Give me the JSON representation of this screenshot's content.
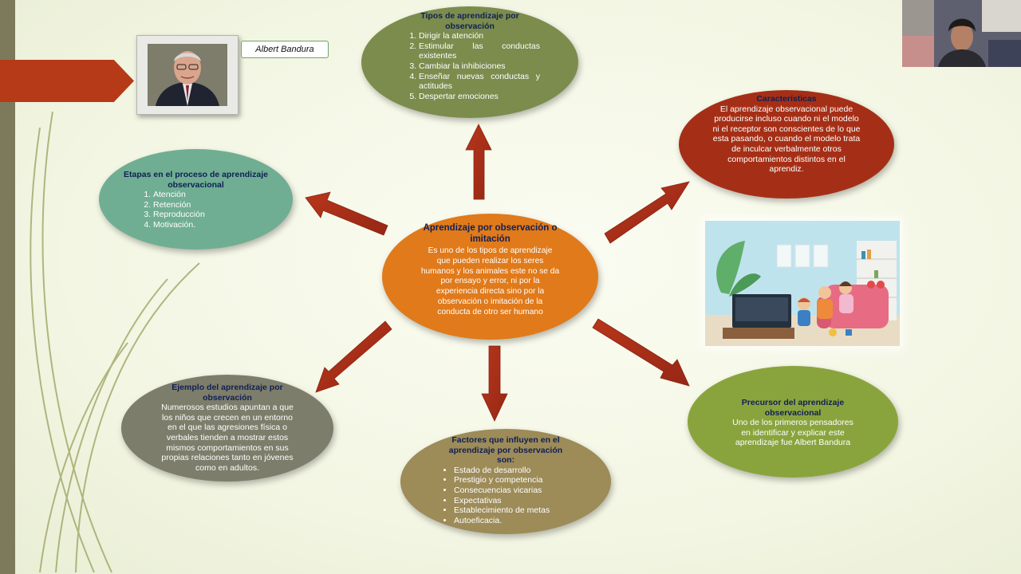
{
  "portrait": {
    "name_label": "Albert Bandura"
  },
  "tipos": {
    "title": "Tipos de aprendizaje por observación",
    "items": [
      "Dirigir la atención",
      "Estimular las conductas existentes",
      "Cambiar la inhibiciones",
      "Enseñar nuevas conductas y actitudes",
      "Despertar emociones"
    ]
  },
  "caracteristicas": {
    "title": "Características",
    "body": "El aprendizaje observacional puede producirse incluso cuando ni el modelo ni el receptor son conscientes de lo que esta pasando, o cuando el modelo trata de inculcar verbalmente otros comportamientos distintos en el aprendiz."
  },
  "etapas": {
    "title": "Etapas en el proceso de aprendizaje observacional",
    "items": [
      "Atención",
      "Retención",
      "Reproducción",
      "Motivación."
    ]
  },
  "centro": {
    "title": "Aprendizaje por observación o  imitación",
    "body": "Es uno de los tipos de aprendizaje que pueden realizar los seres humanos y los animales este no se da por ensayo y error, ni por la experiencia directa sino por la observación o imitación de la conducta de otro ser humano"
  },
  "ejemplo": {
    "title": "Ejemplo del aprendizaje por observación",
    "body": "Numerosos estudios apuntan a que los  niños que crecen en un entorno en el que las agresiones física o verbales tienden a mostrar estos mismos comportamientos en sus propias relaciones tanto en jóvenes como en adultos."
  },
  "factores": {
    "title": "Factores que influyen en el aprendizaje por observación son:",
    "items": [
      "Estado de desarrollo",
      "Prestigio y competencia",
      "Consecuencias vicarias",
      "Expectativas",
      "Establecimiento de metas",
      "Autoeficacia."
    ]
  },
  "precursor": {
    "title": "Precursor del aprendizaje observacional",
    "body": "Uno de los primeros pensadores en identificar y explicar este aprendizaje fue Albert Bandura"
  },
  "colors": {
    "arrow": "#a8301a",
    "title_text": "#101f55",
    "left_bar": "#7d7a5c",
    "accent_arrow": "#b63a17"
  },
  "icons": [
    "portrait-photo",
    "living-room-illustration",
    "webcam-feed"
  ]
}
